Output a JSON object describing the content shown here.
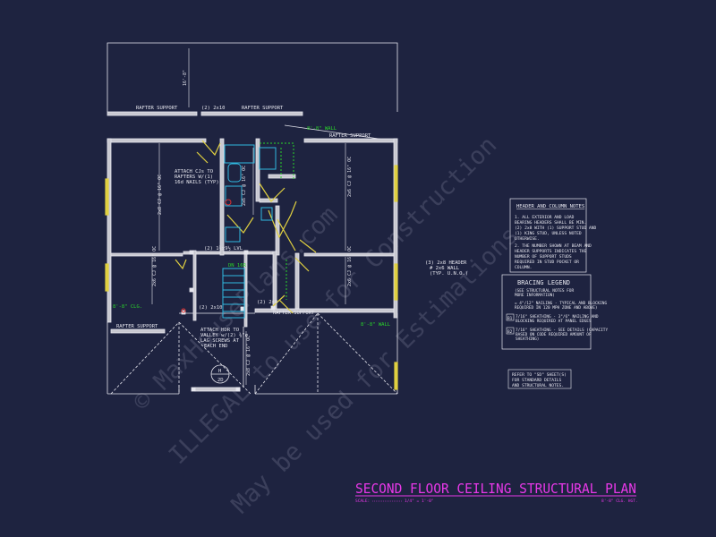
{
  "labels": {
    "rafter_support": "RAFTER SUPPORT",
    "two_x_ten": "(2) 2x10",
    "two_x_eight": "(2) 2x8",
    "wall_8ft": "8'-8\" WALL",
    "clg_8ft": "8'-8\" CLG.",
    "dim_16": "16'-8\"",
    "joist_2x8_16oc": "2x8 CJ @ 16\" OC",
    "joist_2x6_16oc": "2x6 CJ @ 16\" OC",
    "lvl": "(2) 1¾x9½ LVL",
    "dn": "DN 16R",
    "attach_cjs": [
      "ATTACH CJs TO",
      "RAFTERS W/(1)",
      "16d NAILS (TYP)"
    ],
    "attach_hdr": [
      "ATTACH HDR TO",
      "VALLEY w/(2) ⅜\"ø",
      "LAG SCREWS AT",
      "EACH END"
    ],
    "header_note": [
      "(3) 2x8 HEADER",
      "# 2x6 WALL",
      "(TYP. U.N.O.)"
    ],
    "hatch_top": "H",
    "hatch_bot": "2D"
  },
  "header_notes": {
    "title": "HEADER AND COLUMN NOTES",
    "lines": [
      "1. ALL EXTERIOR AND LOAD",
      "BEARING HEADERS SHALL BE MIN.",
      "(2) 2x8 WITH (1) SUPPORT STUD AND",
      "(1) KING STUD, UNLESS NOTED",
      "OTHERWISE.",
      "",
      "2. THE NUMBER SHOWN AT BEAM AND",
      "HEADER SUPPORTS INDICATES THE",
      "NUMBER OF SUPPORT STUDS",
      "REQUIRED IN STUD POCKET OR",
      "COLUMN."
    ]
  },
  "bracing_legend": {
    "title": "BRACING LEGEND",
    "subtitle": [
      "(SEE STRUCTURAL NOTES FOR",
      "MORE INFORMATION)"
    ],
    "item1": [
      "= 4\"/12\" NAILING - TYPICAL AND BLOCKING",
      "REQUIRED IN 120 MPH ZONE AND ABOVE)"
    ],
    "item2_key": "B1",
    "item2": [
      "7/16\" SHEATHING - 3\"/6\" NAILING AND",
      "BLOCKING REQUIRED AT PANEL EDGES"
    ],
    "item3_key": "B2",
    "item3": [
      "7/16\" SHEATHING - SEE DETAILS (CAPACITY",
      "BASED ON CODE REQUIRED AMOUNT OF",
      "SHEATHING)"
    ]
  },
  "refer_note": [
    "REFER TO \"SD\" SHEET(S)",
    "FOR STANDARD DETAILS",
    "AND STRUCTURAL NOTES."
  ],
  "title_block": {
    "title": "SECOND FLOOR CEILING STRUCTURAL PLAN",
    "scale_label": "SCALE:",
    "scale_value": "1/4\" = 1'-0\"",
    "ceiling_height": "8'-8\" CLG. HGT."
  },
  "watermark": {
    "line1": "© MaxHousePlans.com",
    "line2": "ILLEGAL to use for Construction",
    "line3": "May be used for Estimations"
  },
  "colors": {
    "background": "#1e2340",
    "linework": "#e6e6ee",
    "wall_fill": "#c8c8d0",
    "yellow": "#e0d040",
    "green": "#2ad42a",
    "cyan": "#30b8e0",
    "magenta": "#e838e8",
    "red": "#e03030"
  }
}
